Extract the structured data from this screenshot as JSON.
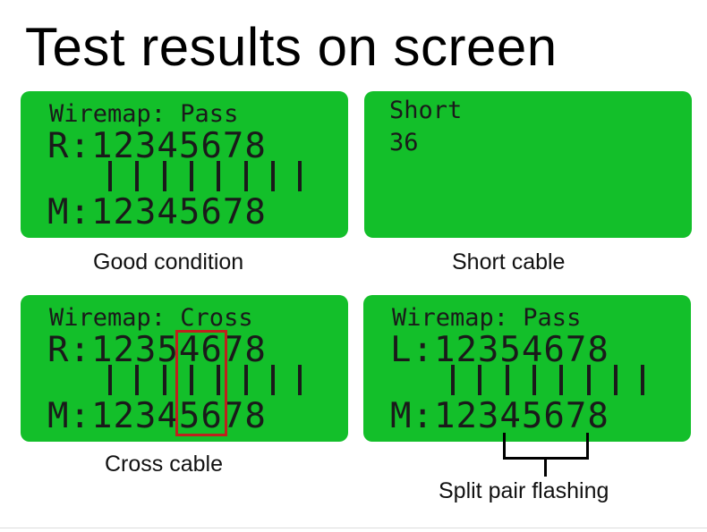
{
  "title": "Test results on screen",
  "panels": {
    "good": {
      "header": "Wiremap: Pass",
      "row_r": "R:12345678",
      "row_m": "M:12345678",
      "caption": "Good condition"
    },
    "short": {
      "header": "Short",
      "value": "36",
      "caption": "Short cable"
    },
    "cross": {
      "header": "Wiremap: Cross",
      "row_r": "R:12354678",
      "row_m": "M:12345678",
      "caption": "Cross cable"
    },
    "split": {
      "header": "Wiremap: Pass",
      "row_l": "L:12354678",
      "row_m": "M:12345678",
      "caption": "Split pair flashing"
    }
  },
  "colors": {
    "lcd_green": "#13bf2a",
    "lcd_text": "#1a1a1a",
    "highlight_box": "#c0201d"
  }
}
